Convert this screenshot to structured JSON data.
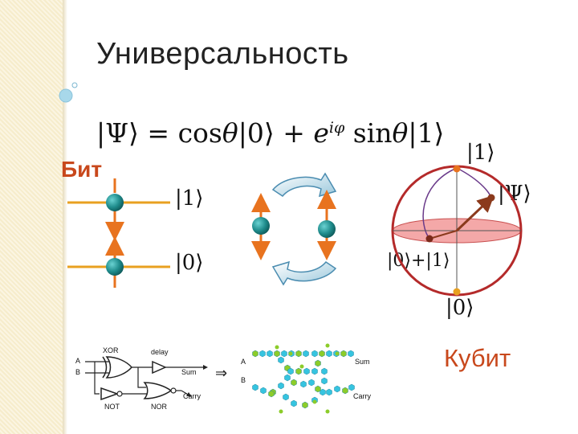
{
  "slide": {
    "title": "Универсальность",
    "bit_label": "Бит",
    "qubit_label": "Кубит"
  },
  "formula": {
    "psi_ket": "|Ψ⟩",
    "equals": " = ",
    "cos": "cos",
    "theta1": "θ",
    "ket0": "|0⟩",
    "plus": " + ",
    "e": "e",
    "exponent": "iφ",
    "sin": " sin",
    "theta2": "θ",
    "ket1": "|1⟩"
  },
  "bit_states": {
    "one": "|1⟩",
    "zero": "|0⟩"
  },
  "bloch": {
    "north": "|1⟩",
    "south": "|0⟩",
    "psi": "|Ψ⟩",
    "superposition": "|0⟩+|1⟩"
  },
  "circuit": {
    "xor": "XOR",
    "delay": "delay",
    "a": "A",
    "b": "B",
    "sum": "Sum",
    "carry": "Carry",
    "not": "NOT",
    "nor": "NOR",
    "arrow": "⇒"
  },
  "molecular": {
    "a": "A",
    "b": "B",
    "sum": "Sum",
    "carry": "Carry"
  },
  "colors": {
    "accent_orange": "#e8731f",
    "title_red": "#c8481c",
    "node_teal": "#1f8c8c",
    "sphere_red": "#b42a2a",
    "equator_pink": "#f08c8c",
    "hex_green": "#8ccc2a",
    "hex_cyan": "#36c4e0"
  }
}
